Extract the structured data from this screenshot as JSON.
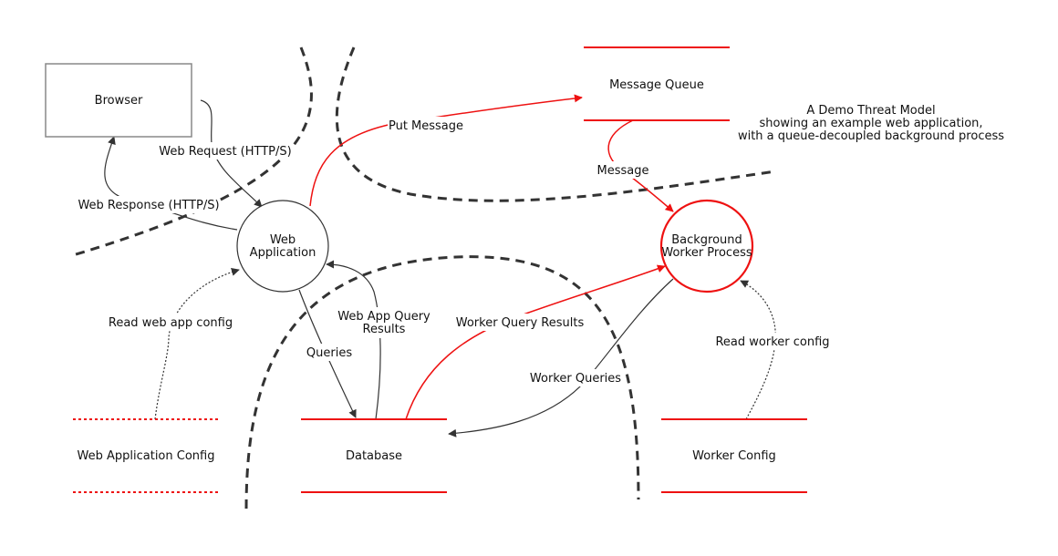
{
  "colors": {
    "background": "#ffffff",
    "ink": "#111111",
    "boundary": "#333333",
    "highlight": "#ee1111",
    "browser_border": "#888888"
  },
  "description": {
    "lines": [
      "A Demo Threat Model",
      "showing an example web application,",
      "with a queue-decoupled background process"
    ]
  },
  "nodes": {
    "browser": {
      "label": "Browser"
    },
    "web_app": {
      "label_lines": [
        "Web",
        "Application"
      ]
    },
    "worker": {
      "label_lines": [
        "Background",
        "Worker Process"
      ]
    },
    "message_queue": {
      "label": "Message Queue"
    },
    "web_app_config": {
      "label": "Web Application Config"
    },
    "database": {
      "label": "Database"
    },
    "worker_config": {
      "label": "Worker Config"
    }
  },
  "flows": {
    "web_request": {
      "label": "Web Request (HTTP/S)"
    },
    "web_response": {
      "label": "Web Response (HTTP/S)"
    },
    "put_message": {
      "label": "Put Message"
    },
    "message": {
      "label": "Message"
    },
    "read_web_app_config": {
      "label": "Read web app config"
    },
    "web_app_query_results": {
      "label_lines": [
        "Web App Query",
        "Results"
      ]
    },
    "queries": {
      "label": "Queries"
    },
    "worker_query_results": {
      "label": "Worker Query Results"
    },
    "worker_queries": {
      "label": "Worker Queries"
    },
    "read_worker_config": {
      "label": "Read worker config"
    }
  }
}
